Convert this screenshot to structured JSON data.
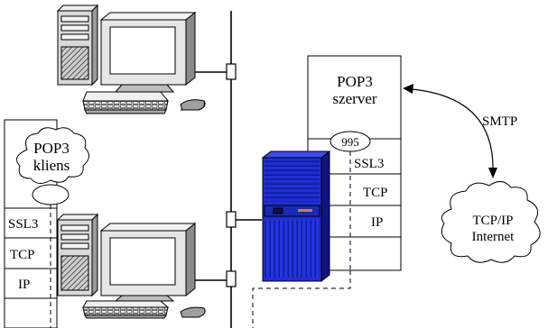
{
  "client": {
    "cloud_line1": "POP3",
    "cloud_line2": "kliens",
    "layers": [
      "SSL3",
      "TCP",
      "IP"
    ]
  },
  "server": {
    "box_line1": "POP3",
    "box_line2": "szerver",
    "port": "995",
    "layers": [
      "SSL3",
      "TCP",
      "IP"
    ]
  },
  "link": {
    "protocol": "SMTP"
  },
  "internet_cloud": {
    "line1": "TCP/IP",
    "line2": "Internet"
  },
  "colors": {
    "server_tower": "#1f2fd6",
    "server_dark": "#0c1580",
    "server_accent": "#e07a1a",
    "monitor_body": "#e6e6e6",
    "monitor_screen": "#ffffff",
    "pc_case": "#d9d9d9"
  }
}
